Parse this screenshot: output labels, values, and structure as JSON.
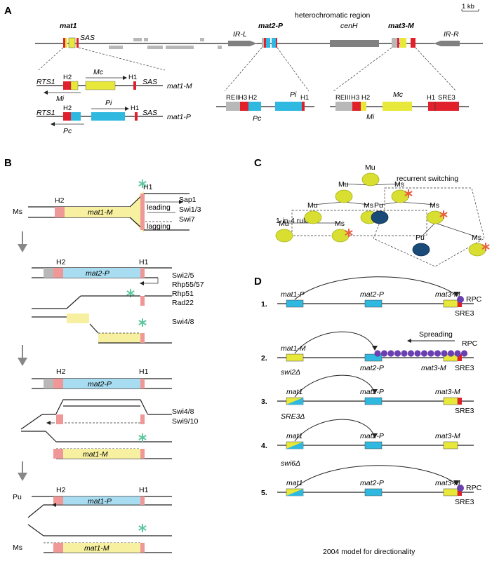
{
  "colors": {
    "yellow": "#e8e83a",
    "cyan": "#2fb8e0",
    "red": "#e0202a",
    "pink": "#f09898",
    "grey": "#b8b8b8",
    "darkgrey": "#808080",
    "lightyellow": "#f6f0a0",
    "lightcyan": "#a8dcf0",
    "purple": "#6a3fb0",
    "teal": "#60c8a0",
    "orange": "#e86040",
    "darkblue": "#1a4a78"
  },
  "panelA": {
    "panel": "A",
    "scale": "1 kb",
    "region": "heterochromatic region",
    "mat1": "mat1",
    "sas": "SAS",
    "mat2p": "mat2-P",
    "mat3m": "mat3-M",
    "cenh": "cenH",
    "irl": "IR-L",
    "irr": "IR-R",
    "m_rts1": "RTS1",
    "m_h2": "H2",
    "m_mc": "Mc",
    "m_h1": "H1",
    "m_sas": "SAS",
    "m_mi": "Mi",
    "m_name": "mat1-M",
    "p_rts1": "RTS1",
    "p_h2": "H2",
    "p_pi": "Pi",
    "p_h1": "H1",
    "p_sas": "SAS",
    "p_pc": "Pc",
    "p_name": "mat1-P",
    "m2_reii": "REII",
    "m2_h3": "H3",
    "m2_h2": "H2",
    "m2_pi": "Pi",
    "m2_h1": "H1",
    "m2_pc": "Pc",
    "m3_reiii": "REIII",
    "m3_h3": "H3",
    "m3_h2": "H2",
    "m3_mc": "Mc",
    "m3_h1": "H1",
    "m3_sre3": "SRE3",
    "m3_mi": "Mi"
  },
  "panelB": {
    "panel": "B",
    "ms": "Ms",
    "pu": "Pu",
    "ms2": "Ms",
    "s1_h2": "H2",
    "s1_h1": "H1",
    "s1_gene": "mat1-M",
    "leading": "leading",
    "lagging": "lagging",
    "s1_proteins": [
      "Sap1",
      "Swi1/3",
      "Swi7"
    ],
    "s2_h2": "H2",
    "s2_h1": "H1",
    "s2_gene": "mat2-P",
    "s2_proteins": [
      "Swi2/5",
      "Rhp55/57",
      "Rhp51",
      "Rad22"
    ],
    "s2b_protein": "Swi4/8",
    "s3_h2": "H2",
    "s3_h1": "H1",
    "s3_gene": "mat2-P",
    "s3_gene2": "mat1-M",
    "s3_proteins": [
      "Swi4/8",
      "Swi9/10"
    ],
    "s4_h2": "H2",
    "s4_h1": "H1",
    "s4_gene": "mat1-P",
    "s4_gene2": "mat1-M"
  },
  "panelC": {
    "panel": "C",
    "recurrent": "recurrent switching",
    "rule": "1-in-4 rule",
    "cells": [
      {
        "label": "Mu",
        "type": "M",
        "star": false
      },
      {
        "label": "Mu",
        "type": "M",
        "star": false
      },
      {
        "label": "Ms",
        "type": "M",
        "star": true
      },
      {
        "label": "Mu",
        "type": "M",
        "star": false
      },
      {
        "label": "Ms",
        "type": "M",
        "star": true
      },
      {
        "label": "Pu",
        "type": "P",
        "star": false
      },
      {
        "label": "Ms",
        "type": "M",
        "star": true
      },
      {
        "label": "Mu",
        "type": "M",
        "star": false
      },
      {
        "label": "Ms",
        "type": "M",
        "star": true
      },
      {
        "label": "Pu",
        "type": "P",
        "star": false
      },
      {
        "label": "Ms",
        "type": "M",
        "star": true
      }
    ]
  },
  "panelD": {
    "panel": "D",
    "caption": "2004 model for directionality",
    "rows": [
      {
        "num": "1.",
        "left": "mat1-P",
        "mid": "mat2-P",
        "right": "mat3-M",
        "rpc": "RPC",
        "sre": "SRE3"
      },
      {
        "num": "2.",
        "left": "mat1-M",
        "mid": "mat2-P",
        "right": "mat3-M",
        "rpc": "RPC",
        "sre": "SRE3",
        "spreading": "Spreading"
      },
      {
        "num": "3.",
        "left": "swi2Δ",
        "sub": "mat1",
        "mid": "mat2-P",
        "right": "mat3-M",
        "sre": "SRE3"
      },
      {
        "num": "4.",
        "left": "SRE3Δ",
        "sub": "mat1",
        "mid": "mat2-P",
        "right": "mat3-M"
      },
      {
        "num": "5.",
        "left": "swi6Δ",
        "sub": "mat1",
        "mid": "mat2-P",
        "right": "mat3-M",
        "rpc": "RPC",
        "sre": "SRE3"
      }
    ]
  }
}
